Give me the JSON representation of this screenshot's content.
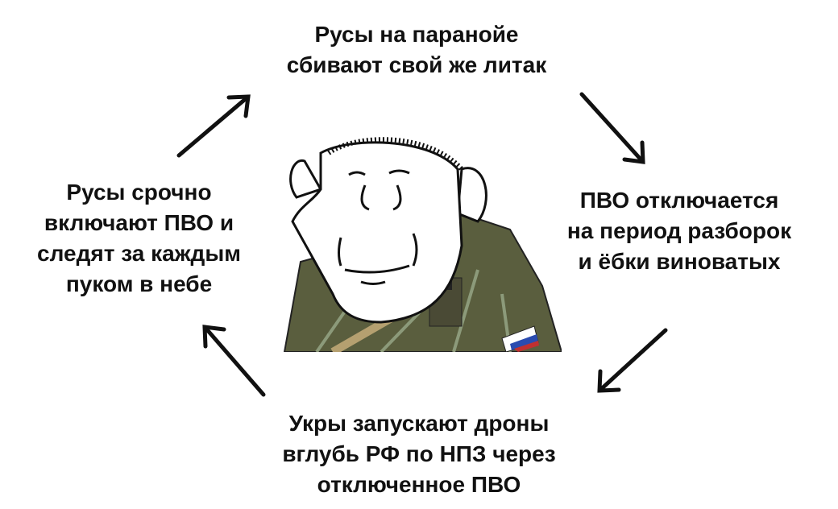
{
  "cycle": {
    "top": [
      "Русы на паранойе",
      "сбивают свой же литак"
    ],
    "right": [
      "ПВО отключается",
      "на период разборок",
      "и ёбки виноватых"
    ],
    "bottom": [
      "Укры запускают дроны",
      "вглубь РФ по НПЗ через",
      "отключенное ПВО"
    ],
    "left": [
      "Русы срочно",
      "включают ПВО и",
      "следят за каждым",
      "пуком в небе"
    ]
  },
  "colors": {
    "text": "#111111",
    "uniform": "#5a5e3e",
    "background": "#ffffff"
  }
}
